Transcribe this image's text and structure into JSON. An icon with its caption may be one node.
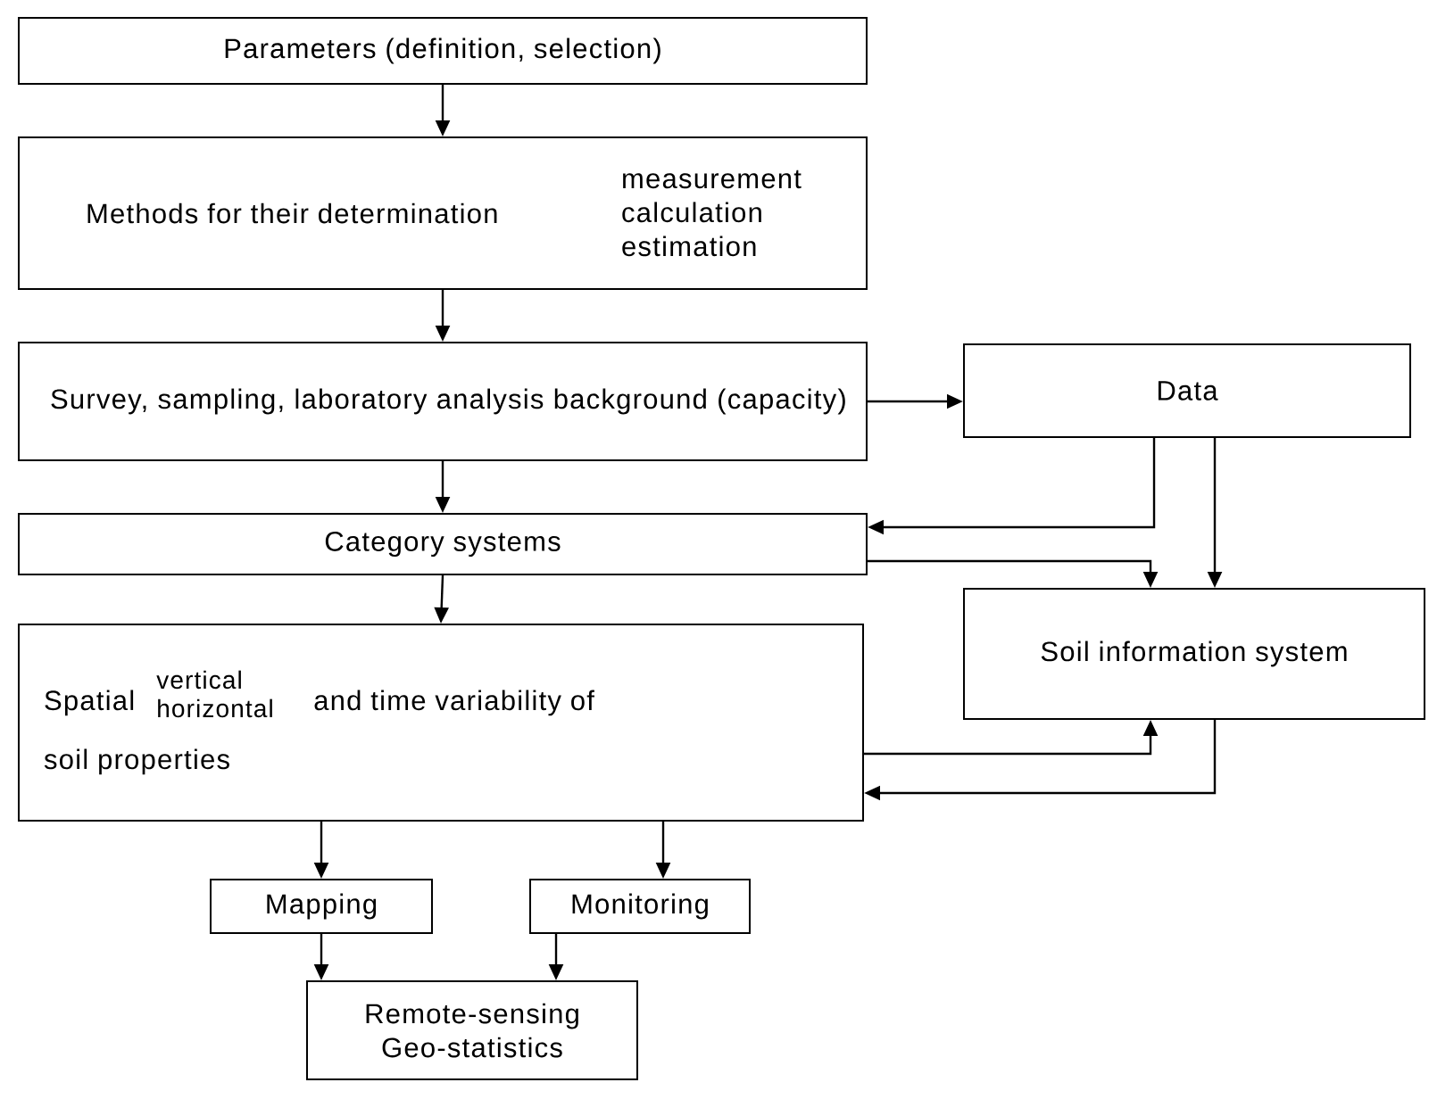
{
  "diagram": {
    "nodes": [
      {
        "text": [
          "Parameters (definition, selection)"
        ]
      },
      {
        "text": [
          "Methods for their determination",
          "measurement calculation estimation"
        ]
      },
      {
        "text": [
          "Survey, sampling, laboratory analysis background (capacity)"
        ]
      },
      {
        "text": [
          "Category systems"
        ]
      },
      {
        "text": [
          "Spatial",
          "vertical horizontal",
          "and time variability of",
          "soil properties"
        ]
      },
      {
        "text": [
          "Data"
        ]
      },
      {
        "text": [
          "Soil information system"
        ]
      },
      {
        "text": [
          "Mapping"
        ]
      },
      {
        "text": [
          "Monitoring"
        ]
      },
      {
        "text": [
          "Remote-sensing Geo-statistics"
        ]
      }
    ],
    "edges": [
      {
        "from": 0,
        "to": 1,
        "arrow": "to"
      },
      {
        "from": 1,
        "to": 2,
        "arrow": "to"
      },
      {
        "from": 2,
        "to": 3,
        "arrow": "to"
      },
      {
        "from": 3,
        "to": 4,
        "arrow": "to"
      },
      {
        "from": 2,
        "to": 5,
        "arrow": "to"
      },
      {
        "from": 5,
        "to": 3,
        "arrow": "to"
      },
      {
        "from": 3,
        "to": 6,
        "arrow": "to"
      },
      {
        "from": 5,
        "to": 6,
        "arrow": "to"
      },
      {
        "from": 4,
        "to": 6,
        "arrow": "to"
      },
      {
        "from": 6,
        "to": 4,
        "arrow": "to"
      },
      {
        "from": 4,
        "to": 7,
        "arrow": "to"
      },
      {
        "from": 4,
        "to": 8,
        "arrow": "to"
      },
      {
        "from": 7,
        "to": 9,
        "arrow": "to"
      },
      {
        "from": 8,
        "to": 9,
        "arrow": "to"
      }
    ]
  }
}
